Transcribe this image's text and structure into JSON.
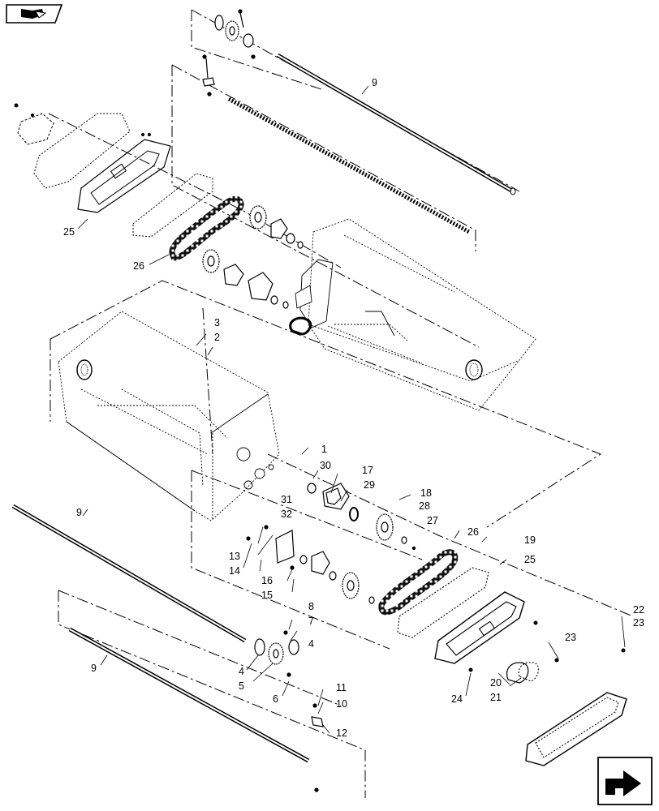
{
  "nav": {
    "book_icon": "book-icon",
    "next_arrow_icon": "next-arrow-icon"
  },
  "callouts": {
    "c1": "1",
    "c2": "2",
    "c3": "3",
    "c4a": "4",
    "c4b": "4",
    "c5": "5",
    "c6": "6",
    "c7": "7",
    "c8": "8",
    "c9a": "9",
    "c9b": "9",
    "c9c": "9",
    "c10": "10",
    "c11": "11",
    "c12": "12",
    "c13": "13",
    "c14": "14",
    "c15": "15",
    "c16": "16",
    "c17": "17",
    "c18": "18",
    "c19": "19",
    "c20": "20",
    "c21": "21",
    "c22": "22",
    "c23a": "23",
    "c23b": "23",
    "c24": "24",
    "c25a": "25",
    "c25b": "25",
    "c26a": "26",
    "c26b": "26",
    "c27": "27",
    "c28": "28",
    "c29": "29",
    "c30": "30",
    "c31": "31",
    "c32": "32"
  }
}
